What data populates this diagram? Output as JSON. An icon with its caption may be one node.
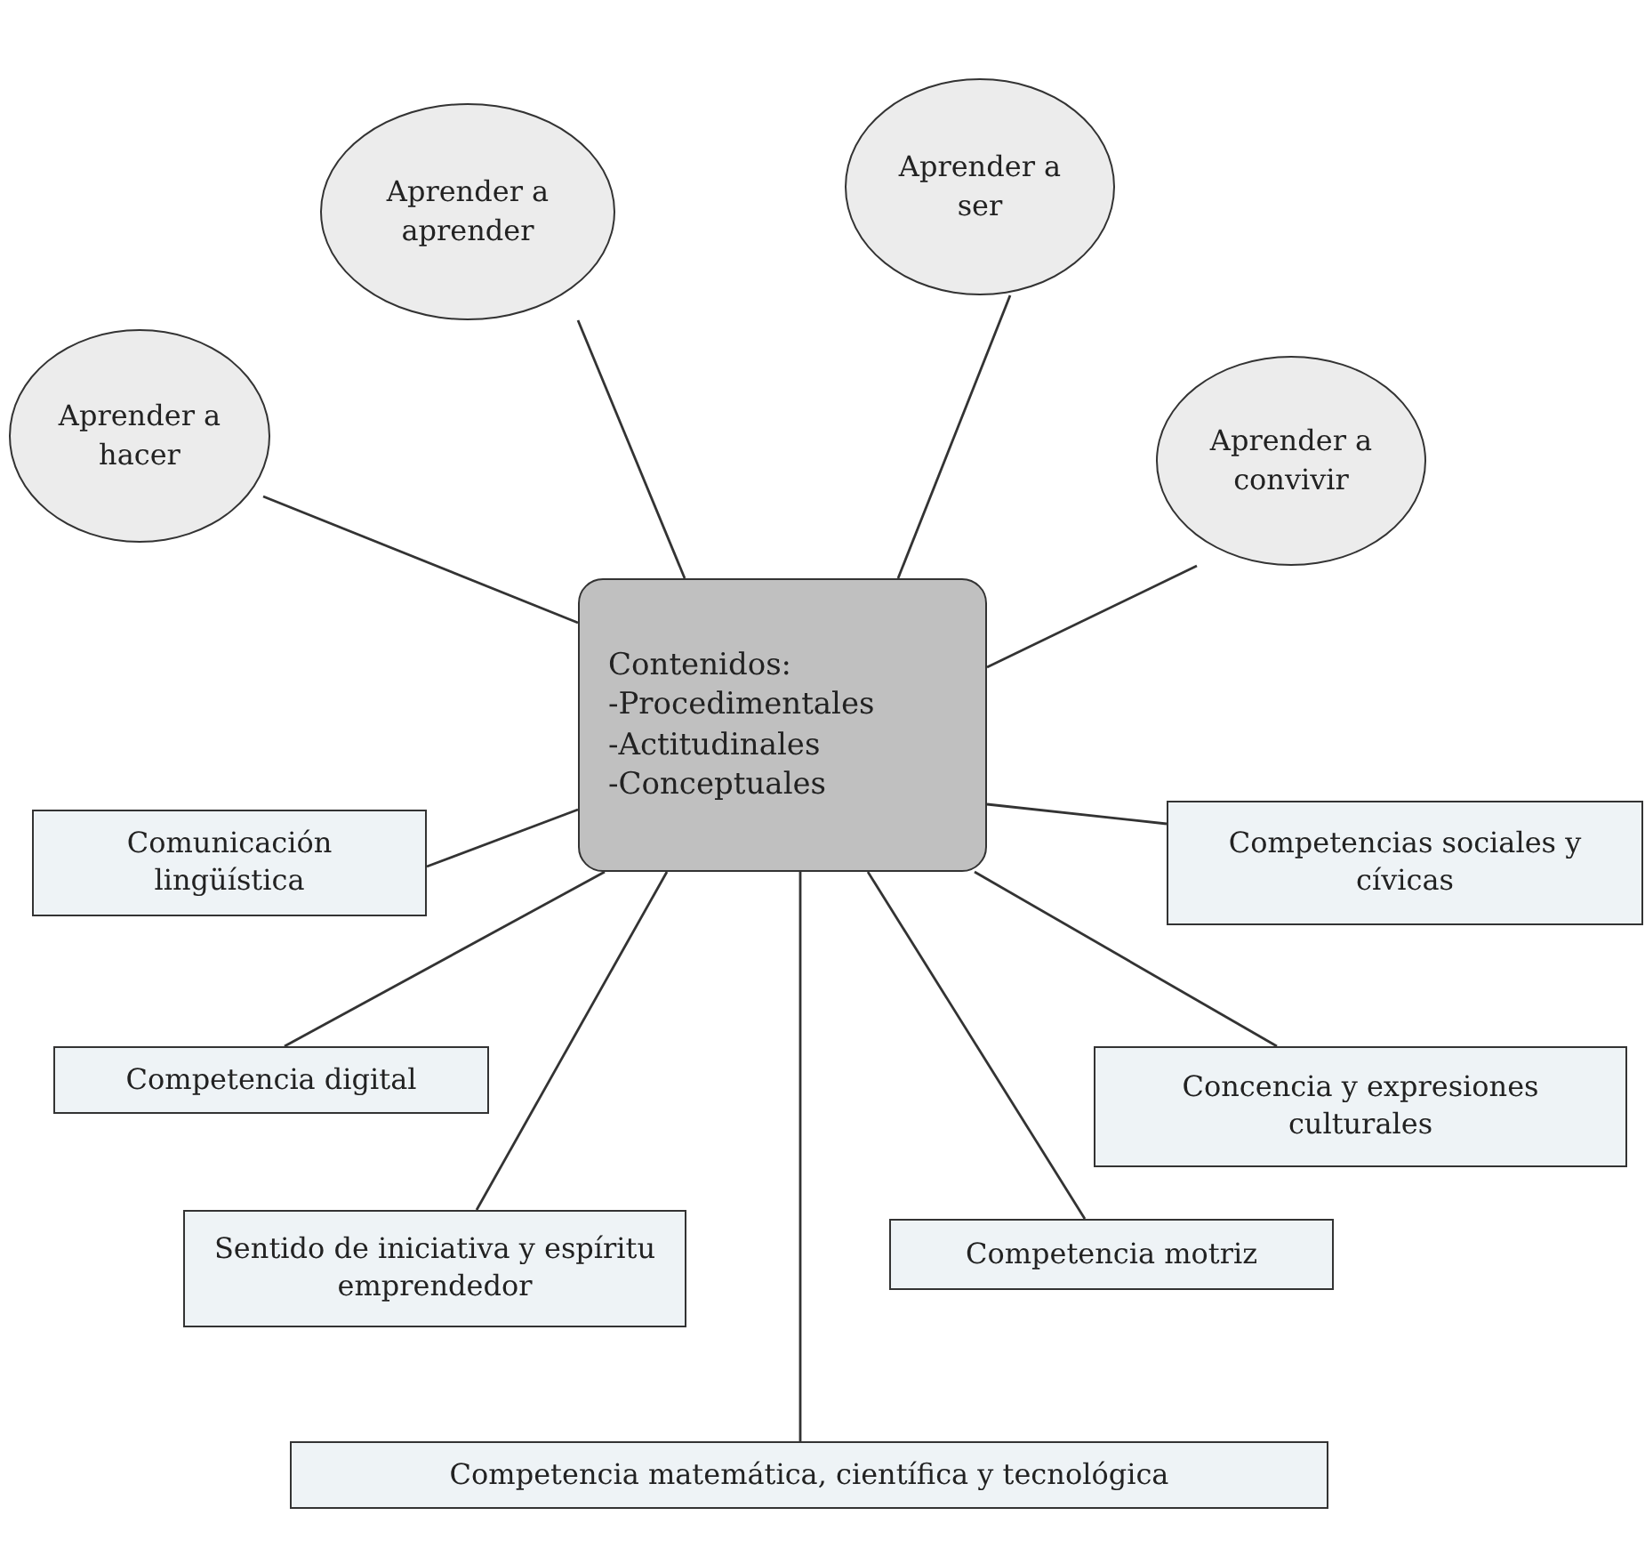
{
  "diagram": {
    "nodes": [
      {
        "text": [
          "Contenidos:",
          "-Procedimentales",
          "-Actitudinales",
          "-Conceptuales"
        ]
      },
      {
        "text": [
          "Aprender a hacer"
        ]
      },
      {
        "text": [
          "Aprender a aprender"
        ]
      },
      {
        "text": [
          "Aprender a ser"
        ]
      },
      {
        "text": [
          "Aprender a convivir"
        ]
      },
      {
        "text": [
          "Comunicación lingüística"
        ]
      },
      {
        "text": [
          "Competencia digital"
        ]
      },
      {
        "text": [
          "Sentido de iniciativa y espíritu emprendedor"
        ]
      },
      {
        "text": [
          "Competencia matemática, científica y tecnológica"
        ]
      },
      {
        "text": [
          "Competencia motriz"
        ]
      },
      {
        "text": [
          "Concencia y expresiones culturales"
        ]
      },
      {
        "text": [
          "Competencias sociales y cívicas"
        ]
      }
    ],
    "edges": [
      {
        "from": 0,
        "to": 1,
        "arrow": "none"
      },
      {
        "from": 0,
        "to": 2,
        "arrow": "none"
      },
      {
        "from": 0,
        "to": 3,
        "arrow": "none"
      },
      {
        "from": 0,
        "to": 4,
        "arrow": "none"
      },
      {
        "from": 0,
        "to": 5,
        "arrow": "none"
      },
      {
        "from": 0,
        "to": 6,
        "arrow": "none"
      },
      {
        "from": 0,
        "to": 7,
        "arrow": "none"
      },
      {
        "from": 0,
        "to": 8,
        "arrow": "none"
      },
      {
        "from": 0,
        "to": 9,
        "arrow": "none"
      },
      {
        "from": 0,
        "to": 10,
        "arrow": "none"
      },
      {
        "from": 0,
        "to": 11,
        "arrow": "none"
      }
    ]
  }
}
